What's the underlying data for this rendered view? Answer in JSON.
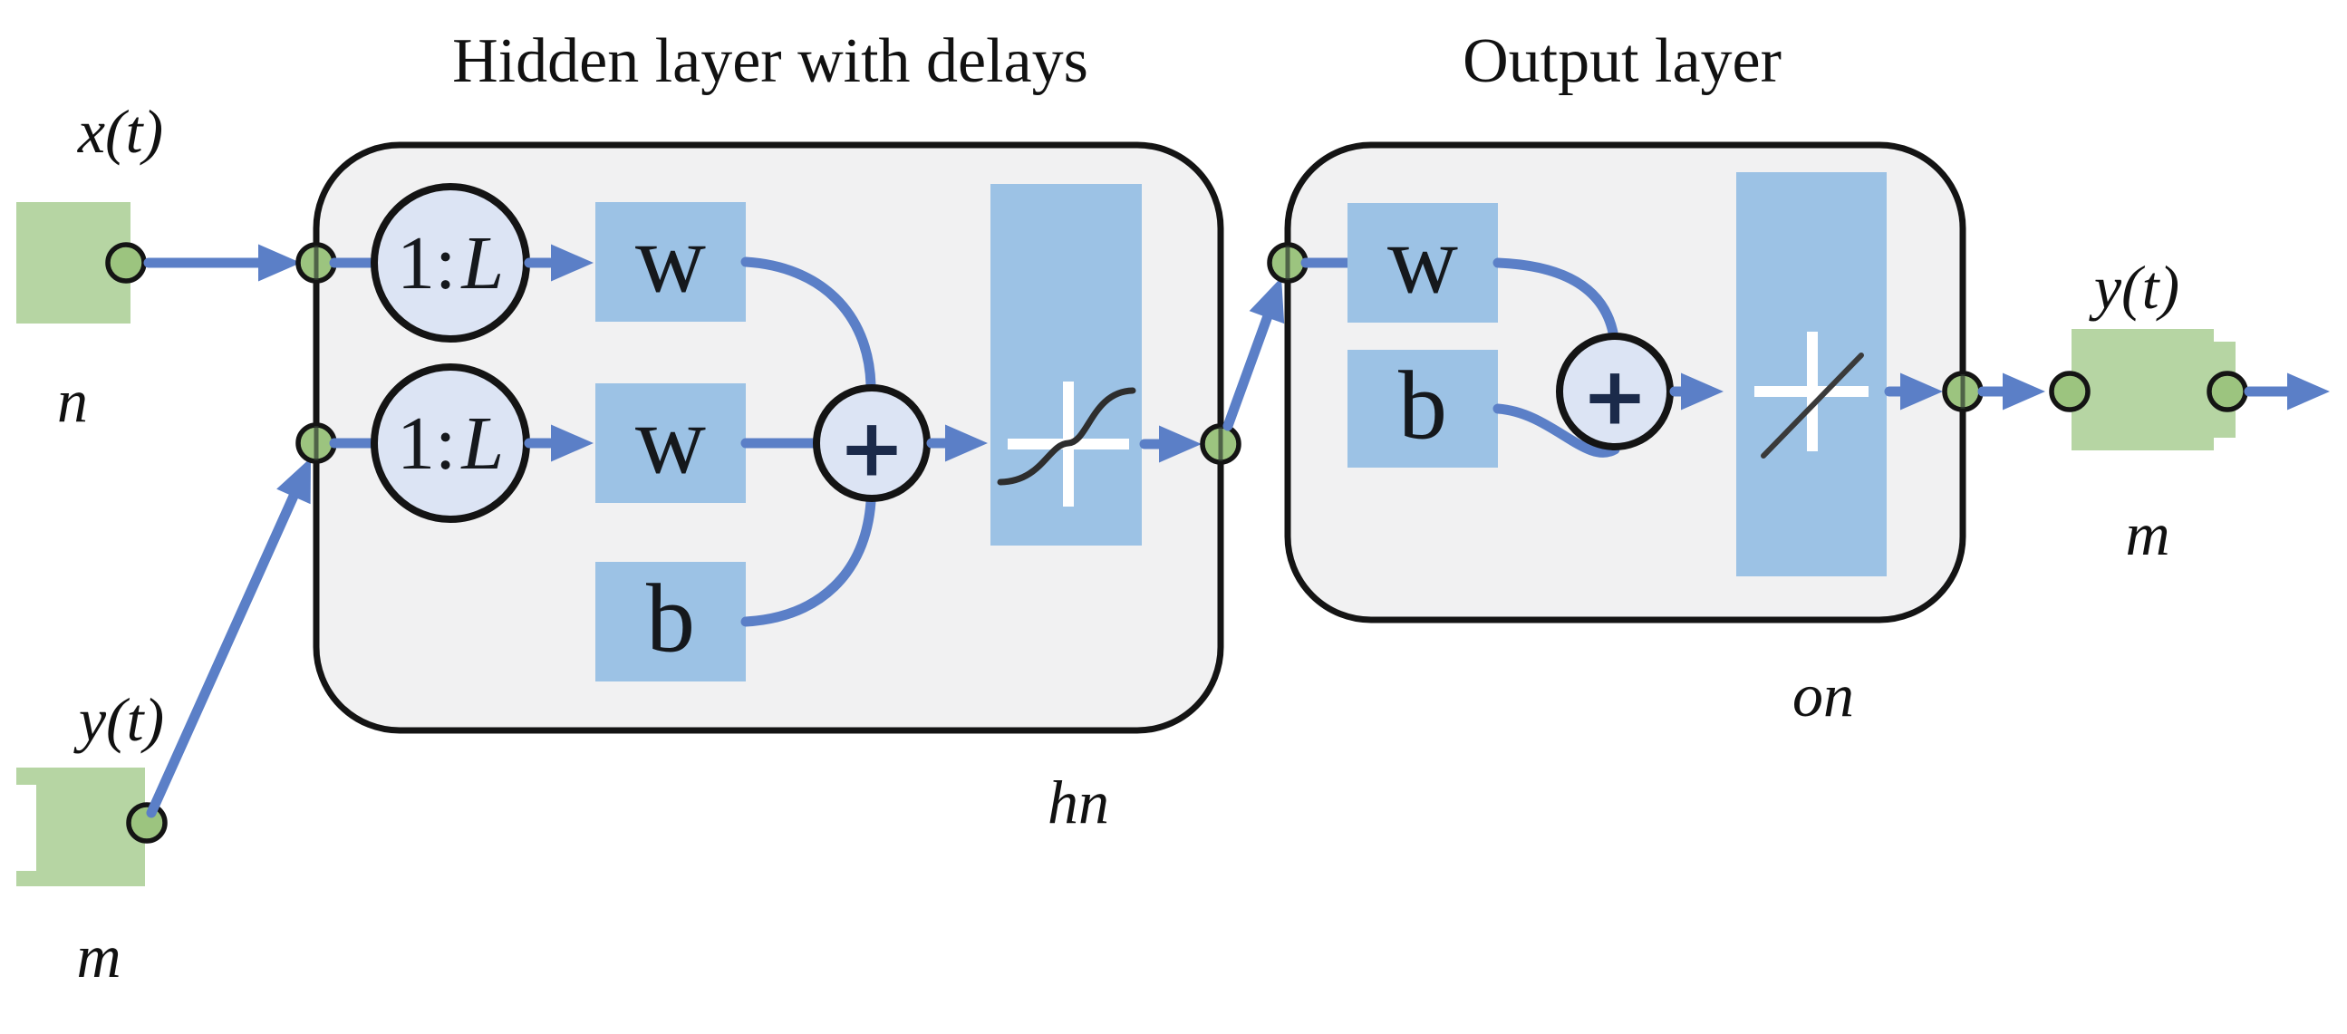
{
  "titles": {
    "hidden_layer": "Hidden layer with delays",
    "output_layer": "Output layer"
  },
  "blocks": {
    "input": {
      "label": "x(t)",
      "dimension": "n"
    },
    "feedback_input": {
      "label": "y(t)",
      "dimension": "m"
    },
    "output": {
      "label": "y(t)",
      "dimension": "m"
    }
  },
  "hidden_layer": {
    "delay_top": {
      "prefix": "1:",
      "var": "L"
    },
    "delay_bottom": {
      "prefix": "1:",
      "var": "L"
    },
    "weight_top": "w",
    "weight_bottom": "w",
    "bias": "b",
    "sum": "+",
    "activation": "tansig-sigmoid-icon",
    "name": "hn"
  },
  "output_layer": {
    "weight": "w",
    "bias": "b",
    "sum": "+",
    "activation": "purelin-linear-icon",
    "name": "on"
  },
  "colors": {
    "io_green": "#b6d5a3",
    "dot_green": "#9cc47f",
    "weight_blue": "#9cc2e5",
    "pale_circle_blue": "#dce4f4",
    "arrow_blue": "#5b7fc7",
    "layer_gray": "#f1f1f2",
    "outline_black": "#141414"
  }
}
